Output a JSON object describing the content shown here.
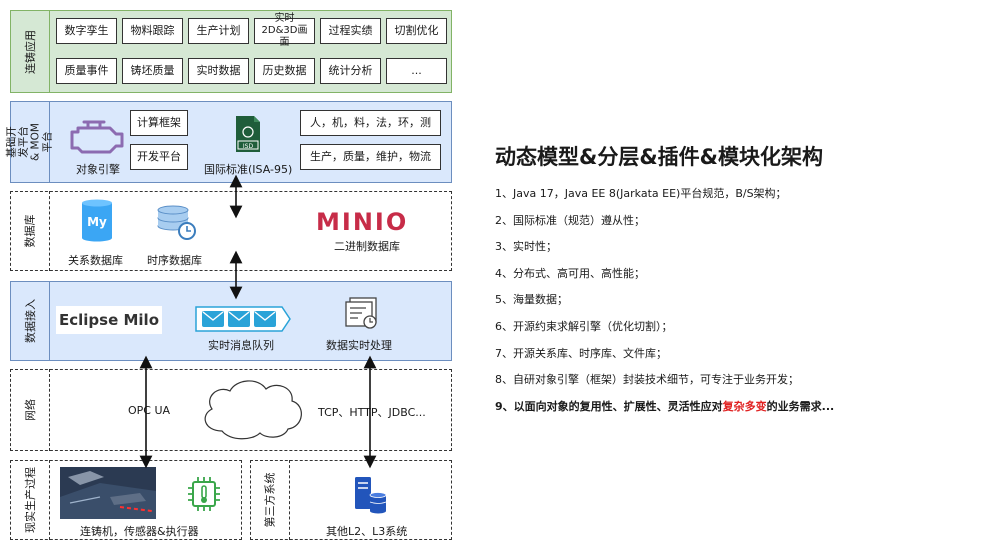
{
  "app_layer": {
    "label": "连铸应用",
    "row1": [
      "数字孪生",
      "物料跟踪",
      "生产计划",
      "实时2D&3D画面",
      "过程实绩",
      "切割优化"
    ],
    "row2": [
      "质量事件",
      "铸坯质量",
      "实时数据",
      "历史数据",
      "统计分析",
      "..."
    ]
  },
  "platform_layer": {
    "label": "基础开发平台 & MOM平台",
    "object_engine": "对象引擎",
    "framework_buttons": [
      "计算框架",
      "开发平台"
    ],
    "standard": "国际标准(ISA-95)",
    "standard_icon_text": "ISD",
    "elements_row1": "人，机，料，法，环，测",
    "elements_row2": "生产，质量，维护，物流"
  },
  "db_layer": {
    "label": "数据库",
    "relational": "关系数据库",
    "relational_icon_text": "My",
    "timeseries": "时序数据库",
    "minio_logo": "MINIO",
    "binary": "二进制数据库"
  },
  "access_layer": {
    "label": "数据接入",
    "milo": "Eclipse Milo",
    "queue": "实时消息队列",
    "realtime": "数据实时处理"
  },
  "network_layer": {
    "label": "网络",
    "opc": "OPC UA",
    "protocols": "TCP、HTTP、JDBC..."
  },
  "production_layer": {
    "label": "现实生产过程",
    "devices": "连铸机，传感器&执行器",
    "third_party_label": "第三方系统",
    "other_systems": "其他L2、L3系统"
  },
  "right_panel": {
    "title": "动态模型&分层&插件&模块化架构",
    "items": [
      "1、Java 17，Java EE 8(Jarkata EE)平台规范，B/S架构；",
      "2、国际标准（规范）遵从性；",
      "3、实时性；",
      "4、分布式、高可用、高性能；",
      "5、海量数据；",
      "6、开源约束求解引擎（优化切割）；",
      "7、开源关系库、时序库、文件库；",
      "8、自研对象引擎（框架）封装技术细节，可专注于业务开发；"
    ],
    "item9_prefix": "9、以面向对象的复用性、扩展性、灵活性应对",
    "item9_highlight": "复杂多变",
    "item9_suffix": "的业务需求..."
  },
  "colors": {
    "green_fill": "#d5e8d4",
    "green_border": "#82b366",
    "blue_fill": "#dae8fc",
    "blue_border": "#6c8ebf",
    "highlight": "#e02020"
  }
}
